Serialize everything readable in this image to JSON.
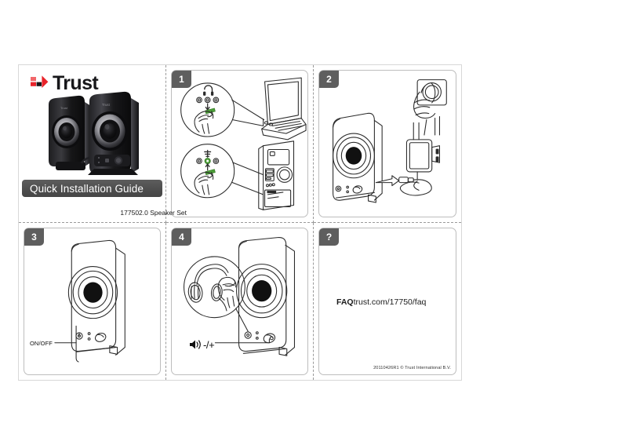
{
  "document": {
    "brand": "Trust",
    "title": "Quick Installation Guide",
    "model_code": "177502.0 Speaker Set",
    "copyright": "20110426R1 © Trust International B.V."
  },
  "colors": {
    "brand_red": "#e8232a",
    "brand_black": "#17171a",
    "badge_gray": "#5e5e5e",
    "ribbon_gray": "#4f4f4f",
    "line": "#2b2b2b",
    "jack_green": "#4c9f38",
    "sheet_border": "#d8d8d8",
    "panel_border": "#bdbdbd",
    "cut_line": "#9a9a9a"
  },
  "panels": [
    {
      "id": "cover",
      "badge": "",
      "name": "cover-panel",
      "art": "trust-speaker-set-product-photo"
    },
    {
      "id": "step1",
      "badge": "1",
      "name": "step-1-connect-audio",
      "art": "audio-jack-to-laptop-and-desktop-ports",
      "details": [
        {
          "name": "headphone-port-detail",
          "icon": "headphone-icon"
        },
        {
          "name": "line-out-port-detail",
          "icon": "line-out-icon"
        }
      ]
    },
    {
      "id": "step2",
      "badge": "2",
      "name": "step-2-connect-power",
      "art": "power-adapter-to-wall-socket-and-speaker"
    },
    {
      "id": "step3",
      "badge": "3",
      "name": "step-3-power-on",
      "art": "speaker-front-with-power-knob",
      "label": "ON/OFF"
    },
    {
      "id": "step4",
      "badge": "4",
      "name": "step-4-headphones-and-volume",
      "art": "headphones-plug-and-volume-knob",
      "label": "-/+",
      "label_icon": "speaker-volume-icon"
    },
    {
      "id": "faq",
      "badge": "?",
      "name": "faq-panel",
      "faq_bold": "FAQ",
      "faq_url": "trust.com/17750/faq"
    }
  ]
}
